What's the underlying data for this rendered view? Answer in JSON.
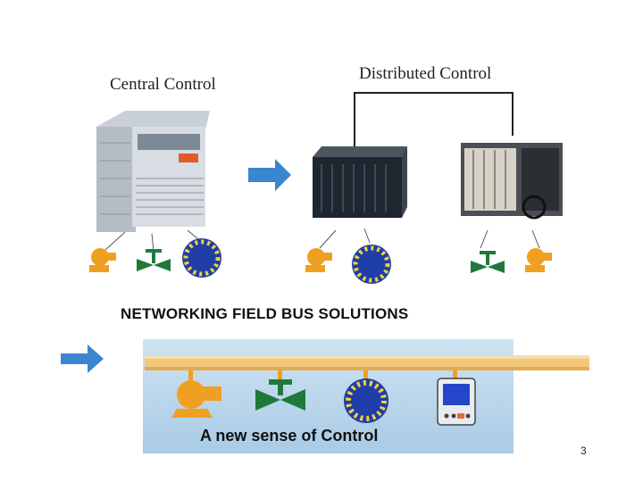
{
  "labels": {
    "central": "Central Control",
    "distributed": "Distributed Control",
    "heading": "NETWORKING FIELD BUS SOLUTIONS",
    "caption": "A new sense of Control",
    "page_number": "3"
  },
  "colors": {
    "arrow_blue": "#3a86cf",
    "device_orange": "#f0a020",
    "valve_green": "#1f7a3a",
    "fan_blue": "#1f3ea8",
    "fan_yellow": "#f2d23a",
    "bus_pipe": "#f3c77a",
    "panel_top": "#cfe3f2",
    "panel_bottom": "#a9cbe6"
  },
  "icons": [
    "cabinet-icon",
    "rack-controller-icon",
    "plc-icon",
    "motor-icon",
    "valve-icon",
    "fan-icon",
    "display-module-icon",
    "arrow-right-icon"
  ]
}
